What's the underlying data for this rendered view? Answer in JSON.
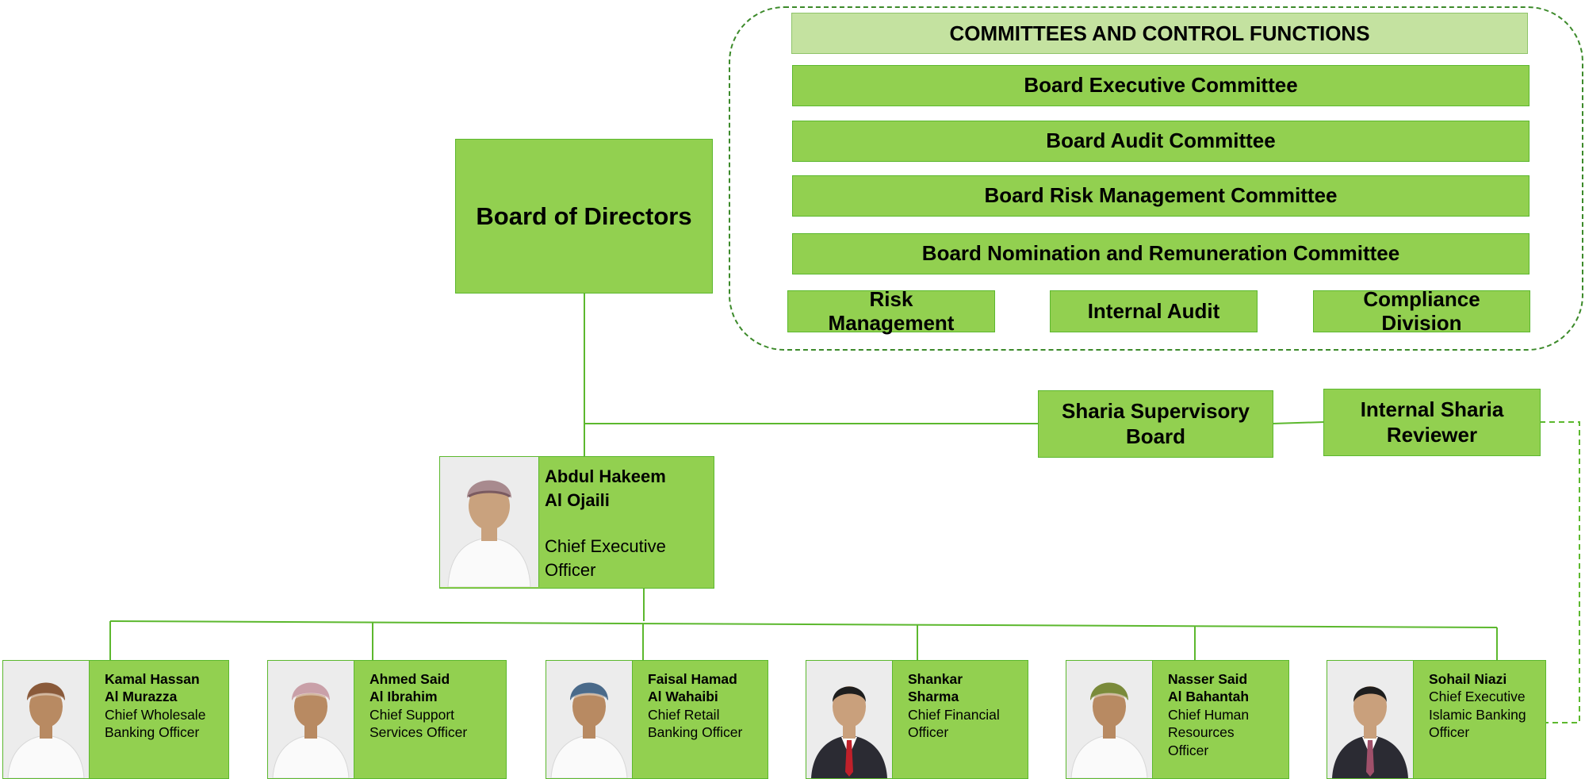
{
  "committees_panel": {
    "header": "COMMITTEES AND CONTROL FUNCTIONS",
    "committees": [
      "Board Executive Committee",
      "Board Audit Committee",
      "Board Risk Management Committee",
      "Board Nomination and Remuneration Committee"
    ],
    "control_functions": [
      {
        "line1": "Risk",
        "line2": "Management"
      },
      {
        "line1": "Internal Audit",
        "line2": ""
      },
      {
        "line1": "Compliance",
        "line2": "Division"
      }
    ]
  },
  "board": {
    "label": "Board of Directors"
  },
  "sharia": {
    "supervisory_board": {
      "line1": "Sharia Supervisory",
      "line2": "Board"
    },
    "internal_reviewer": {
      "line1": "Internal Sharia",
      "line2": "Reviewer"
    }
  },
  "ceo": {
    "name_line1": "Abdul Hakeem",
    "name_line2": "Al Ojaili",
    "title_line1": "Chief Executive",
    "title_line2": "Officer"
  },
  "executives": [
    {
      "name": [
        "Kamal Hassan",
        "Al Murazza"
      ],
      "title": [
        "Chief Wholesale",
        "Banking Officer"
      ],
      "attire": "traditional",
      "turban": "#8a5a3a"
    },
    {
      "name": [
        "Ahmed Said",
        "Al Ibrahim"
      ],
      "title": [
        "Chief Support",
        "Services Officer"
      ],
      "attire": "traditional",
      "turban": "#c9a0a8"
    },
    {
      "name": [
        "Faisal Hamad",
        "Al Wahaibi"
      ],
      "title": [
        "Chief Retail",
        "Banking Officer"
      ],
      "attire": "traditional",
      "turban": "#4a6a8a"
    },
    {
      "name": [
        "Shankar",
        "Sharma"
      ],
      "title": [
        "Chief Financial",
        "Officer"
      ],
      "attire": "suit",
      "tie": "#c0202a"
    },
    {
      "name": [
        "Nasser Said",
        "Al Bahantah"
      ],
      "title": [
        "Chief Human",
        "Resources",
        "Officer"
      ],
      "attire": "traditional",
      "turban": "#7a8a3a"
    },
    {
      "name": [
        "Sohail Niazi"
      ],
      "title": [
        "Chief Executive",
        "Islamic Banking",
        "Officer"
      ],
      "attire": "suit",
      "tie": "#a0506a"
    }
  ],
  "colors": {
    "box_fill": "#92d050",
    "box_border": "#5cb82e",
    "header_fill": "#c4e2a0",
    "connector": "#5cb82e",
    "dashed_border": "#3c8a2a"
  }
}
